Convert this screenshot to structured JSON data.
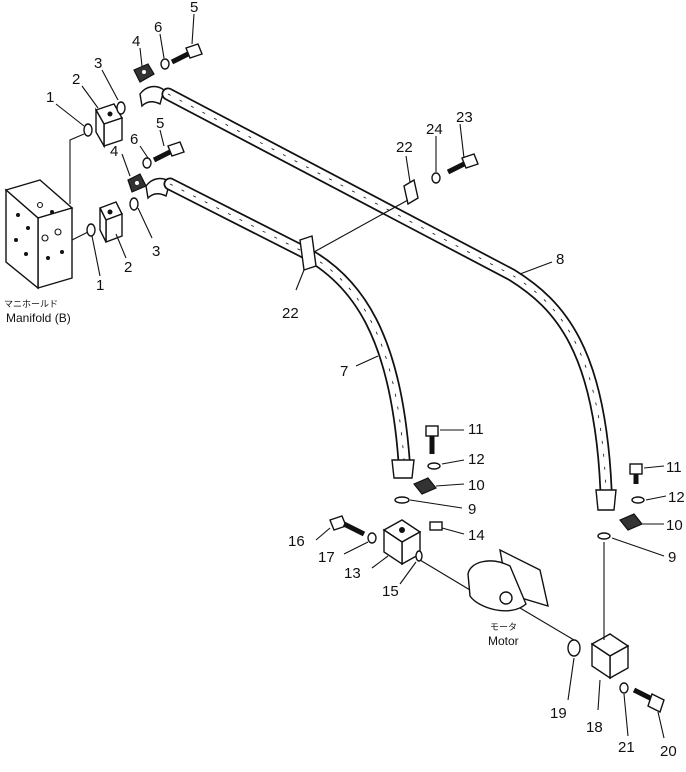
{
  "labels": {
    "manifold_jp": "マニホールド",
    "manifold": "Manifold (B)",
    "motor_jp": "モータ",
    "motor": "Motor"
  },
  "callouts": {
    "c1a": "1",
    "c1b": "1",
    "c2a": "2",
    "c2b": "2",
    "c3a": "3",
    "c3b": "3",
    "c4a": "4",
    "c4b": "4",
    "c5a": "5",
    "c5b": "5",
    "c6a": "6",
    "c6b": "6",
    "c7": "7",
    "c8": "8",
    "c9a": "9",
    "c9b": "9",
    "c10a": "10",
    "c10b": "10",
    "c11a": "11",
    "c11b": "11",
    "c12a": "12",
    "c12b": "12",
    "c13": "13",
    "c14": "14",
    "c15": "15",
    "c16": "16",
    "c17": "17",
    "c18": "18",
    "c19": "19",
    "c20": "20",
    "c21": "21",
    "c22a": "22",
    "c22b": "22",
    "c23": "23",
    "c24": "24"
  }
}
